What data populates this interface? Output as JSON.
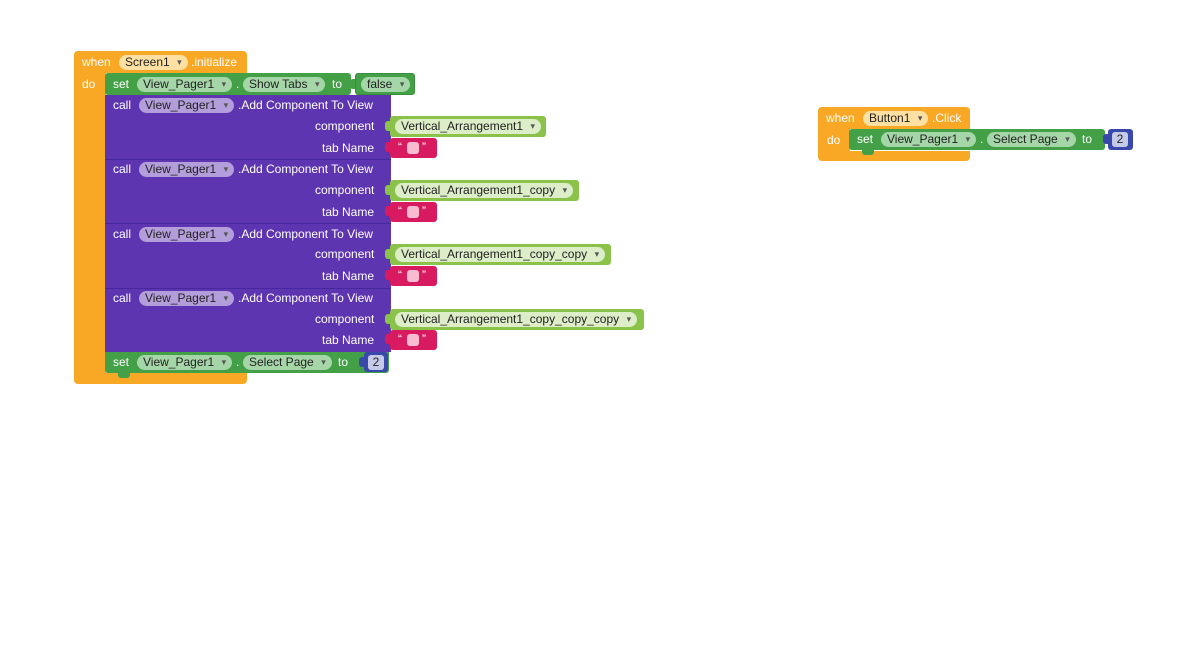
{
  "init_event": {
    "when": "when",
    "component": "Screen1",
    "event": ".initialize",
    "do": "do",
    "set_show_tabs": {
      "set": "set",
      "component": "View_Pager1",
      "dot": ".",
      "property": "Show Tabs",
      "to": "to",
      "value": "false"
    },
    "calls": [
      {
        "call": "call",
        "component": "View_Pager1",
        "method": ".Add Component To View",
        "param1": "component",
        "arg1": "Vertical_Arrangement1",
        "param2": "tab Name",
        "open_quote": "“",
        "close_quote": "”"
      },
      {
        "call": "call",
        "component": "View_Pager1",
        "method": ".Add Component To View",
        "param1": "component",
        "arg1": "Vertical_Arrangement1_copy",
        "param2": "tab Name",
        "open_quote": "“",
        "close_quote": "”"
      },
      {
        "call": "call",
        "component": "View_Pager1",
        "method": ".Add Component To View",
        "param1": "component",
        "arg1": "Vertical_Arrangement1_copy_copy",
        "param2": "tab Name",
        "open_quote": "“",
        "close_quote": "”"
      },
      {
        "call": "call",
        "component": "View_Pager1",
        "method": ".Add Component To View",
        "param1": "component",
        "arg1": "Vertical_Arrangement1_copy_copy_copy",
        "param2": "tab Name",
        "open_quote": "“",
        "close_quote": "”"
      }
    ],
    "set_select_page": {
      "set": "set",
      "component": "View_Pager1",
      "dot": ".",
      "property": "Select Page",
      "to": "to",
      "value": "2"
    }
  },
  "click_event": {
    "when": "when",
    "component": "Button1",
    "event": ".Click",
    "do": "do",
    "set_select_page": {
      "set": "set",
      "component": "View_Pager1",
      "dot": ".",
      "property": "Select Page",
      "to": "to",
      "value": "2"
    }
  },
  "colors": {
    "event": "#F9A825",
    "component_method": "#5E35B1",
    "setter": "#43A047",
    "component_ref": "#8BC34A",
    "text": "#D81B60",
    "math": "#3949AB"
  }
}
